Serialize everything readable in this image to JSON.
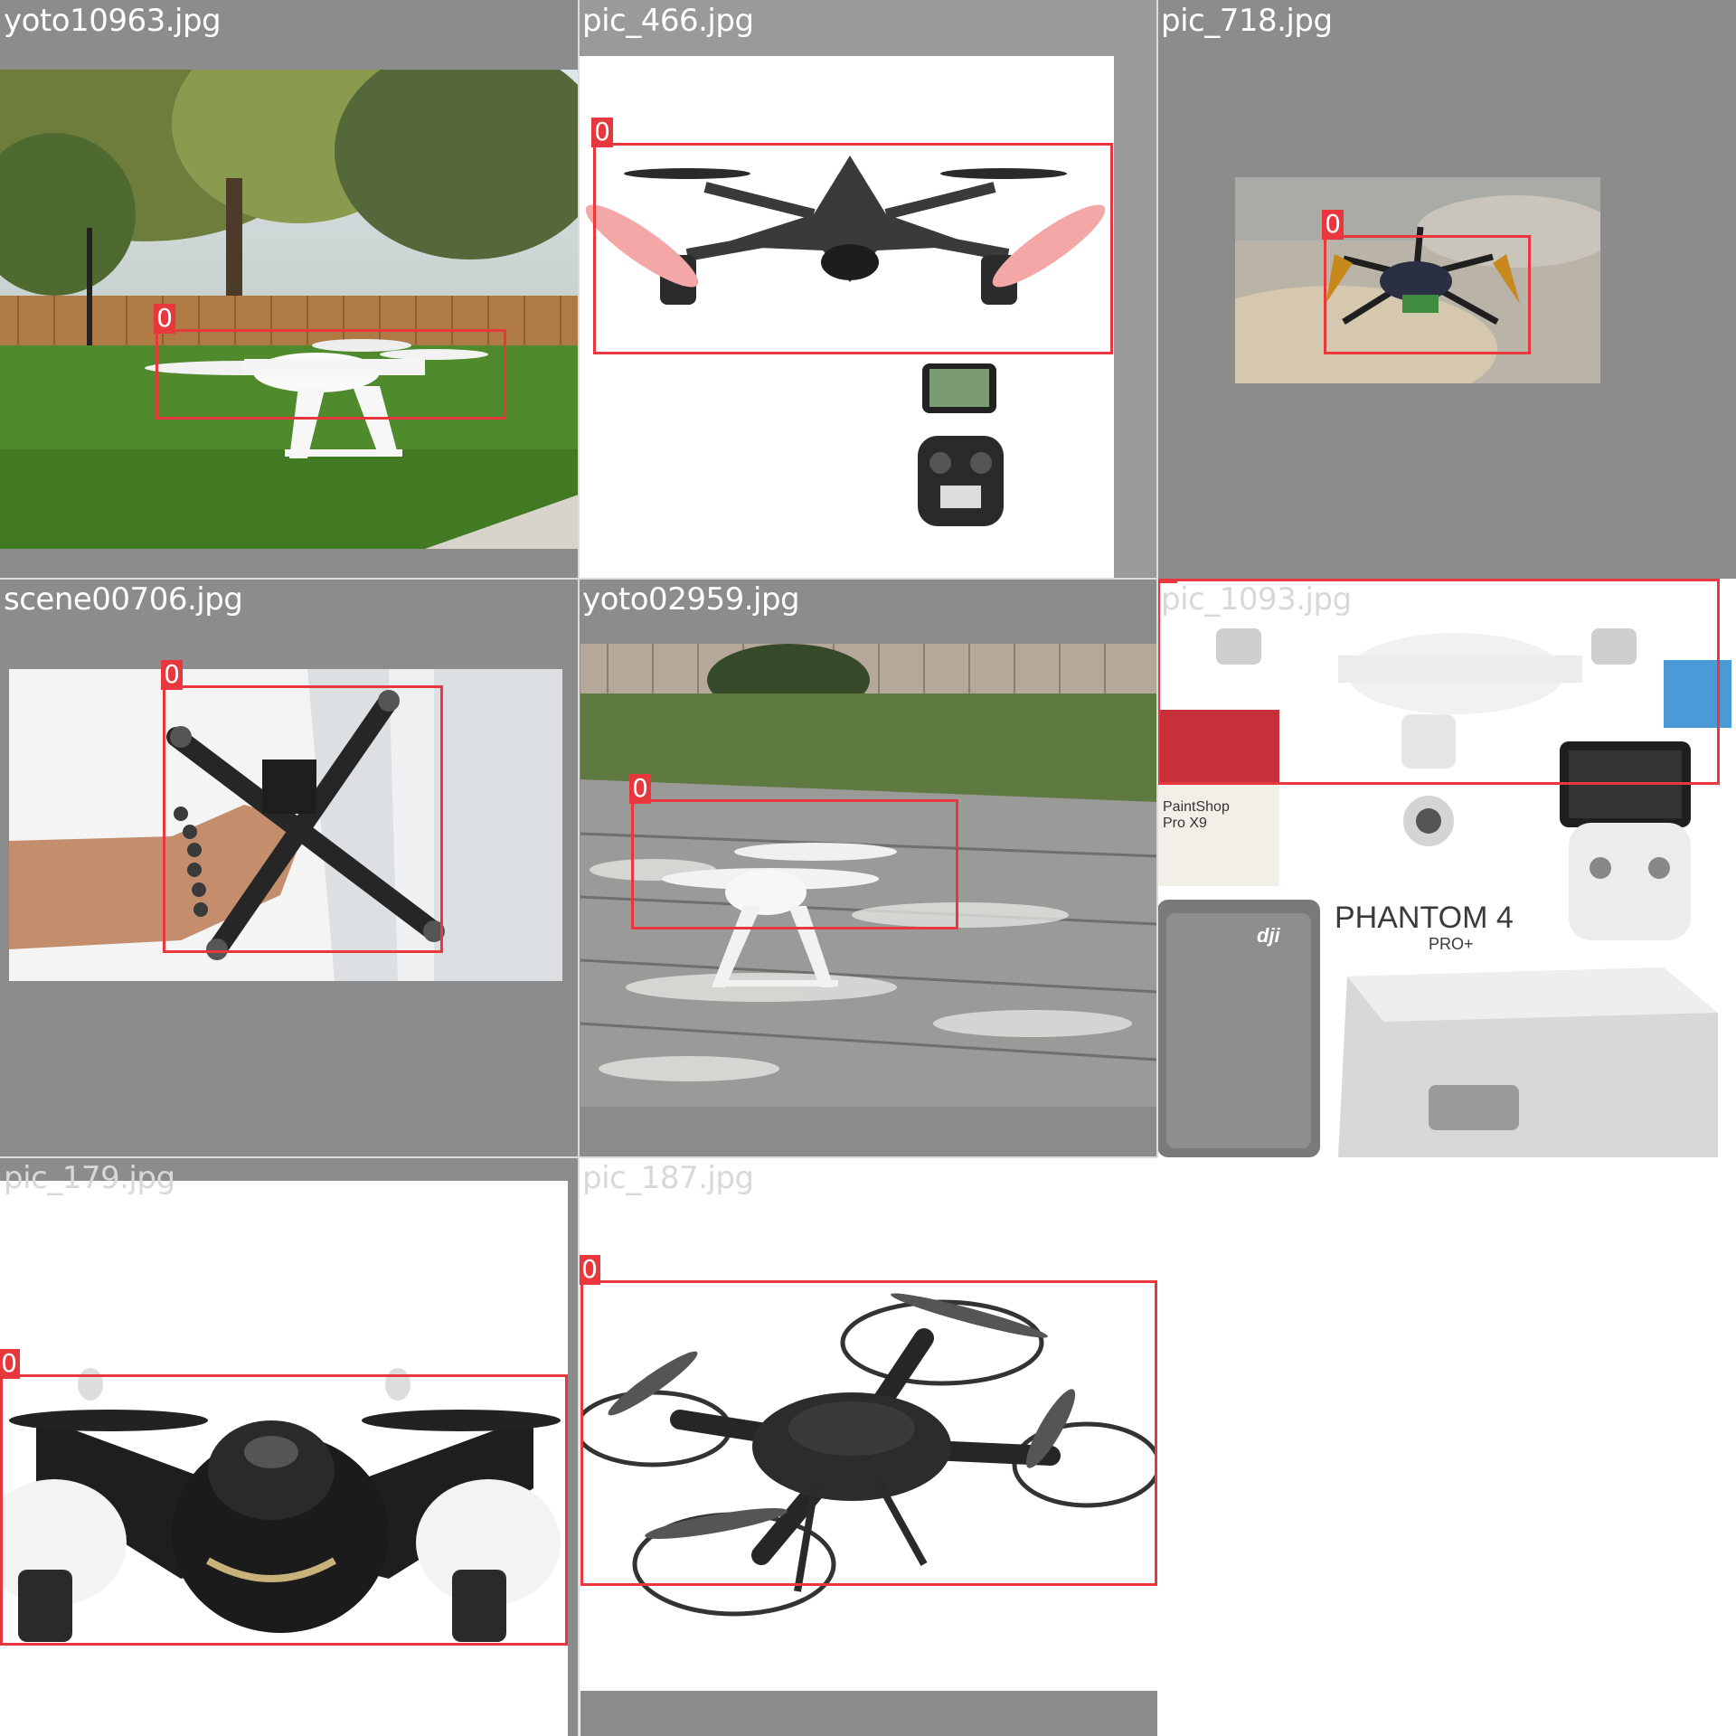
{
  "grid": {
    "tiles": [
      {
        "filename": "yoto10963.jpg",
        "label": "0"
      },
      {
        "filename": "pic_466.jpg",
        "label": "0"
      },
      {
        "filename": "pic_718.jpg",
        "label": "0"
      },
      {
        "filename": "scene00706.jpg",
        "label": "0"
      },
      {
        "filename": "yoto02959.jpg",
        "label": "0"
      },
      {
        "filename": "pic_1093.jpg",
        "label": "0"
      },
      {
        "filename": "pic_179.jpg",
        "label": "0"
      },
      {
        "filename": "pic_187.jpg",
        "label": "0"
      }
    ]
  },
  "product_text": {
    "phantom_title": "PHANTOM 4",
    "phantom_sub": "PRO+",
    "paintshop": "PaintShop Pro X9",
    "dji": "dji"
  },
  "colors": {
    "box": "#e8383d",
    "pad": "#8c8c8c"
  }
}
